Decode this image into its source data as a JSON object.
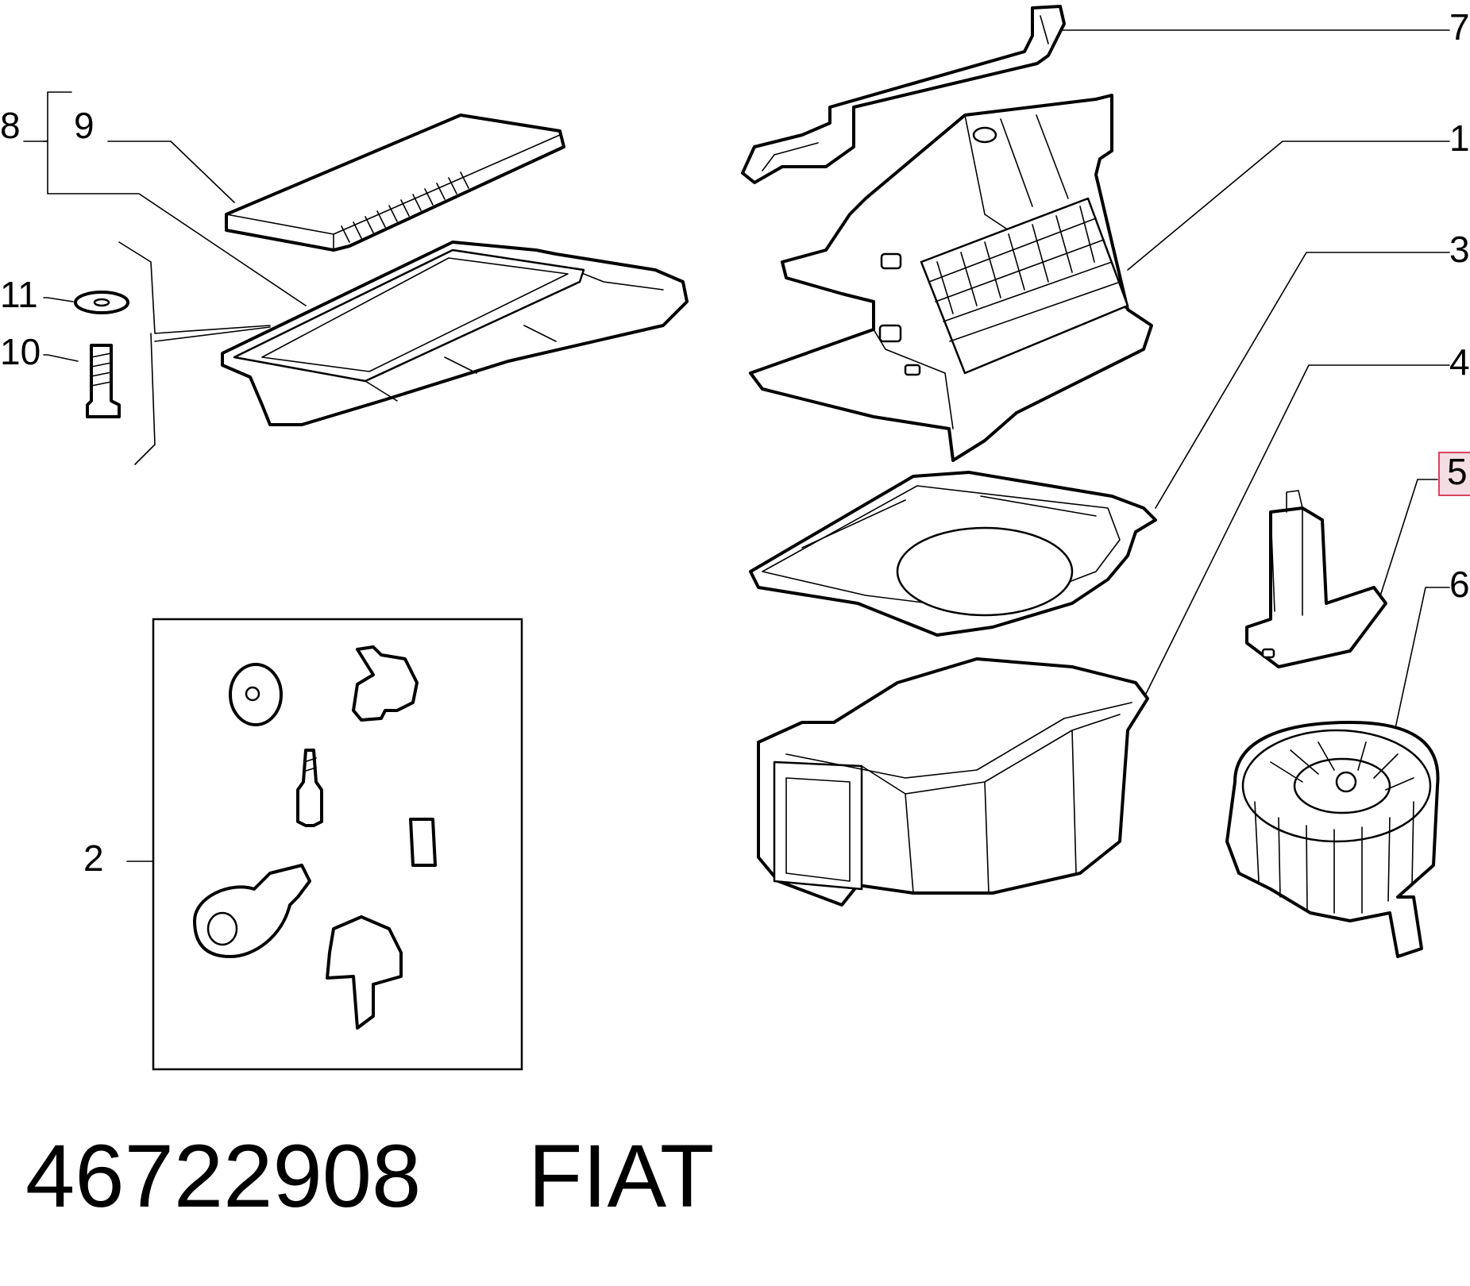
{
  "callouts": {
    "c1": "1",
    "c2": "2",
    "c3": "3",
    "c4": "4",
    "c5": "5",
    "c6": "6",
    "c7": "7",
    "c8": "8",
    "c9": "9",
    "c10": "10",
    "c11": "11"
  },
  "highlight": {
    "callout": "5",
    "fill": "#f4dde3",
    "stroke": "#d9435f"
  },
  "footer": {
    "part_number": "46722908",
    "brand": "FIAT"
  }
}
